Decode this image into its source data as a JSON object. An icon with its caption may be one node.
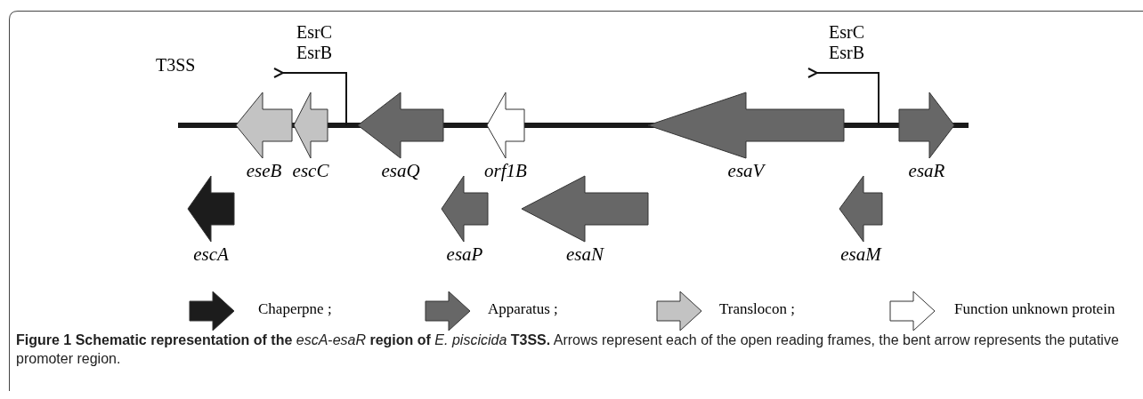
{
  "diagram": {
    "caption": "**Figure 1  Schematic representation of the** *escA*-*esaR* **region of** *E. piscicida* **T3SS.** Arrows represent each of the open reading frames, the bent arrow represents the putative promoter region.",
    "nodes": [
      {
        "text": [
          "eseB"
        ]
      },
      {
        "text": [
          "escC"
        ]
      },
      {
        "text": [
          "esaQ"
        ]
      },
      {
        "text": [
          "orf1B"
        ]
      },
      {
        "text": [
          "esaV"
        ]
      },
      {
        "text": [
          "esaR"
        ]
      },
      {
        "text": [
          "escA"
        ]
      },
      {
        "text": [
          "esaP"
        ]
      },
      {
        "text": [
          "esaN"
        ]
      },
      {
        "text": [
          "esaM"
        ]
      }
    ],
    "labels": [
      "EsrC EsrB",
      "EsrC EsrB",
      "T3SS"
    ],
    "legend": [
      {
        "text": "Chaperpne ;",
        "color": "#1c1c1c"
      },
      {
        "text": "Apparatus ;",
        "color": "#676767"
      },
      {
        "text": "Translocon ;",
        "color": "#c3c3c3"
      },
      {
        "text": "Function unknown protein"
      }
    ]
  }
}
